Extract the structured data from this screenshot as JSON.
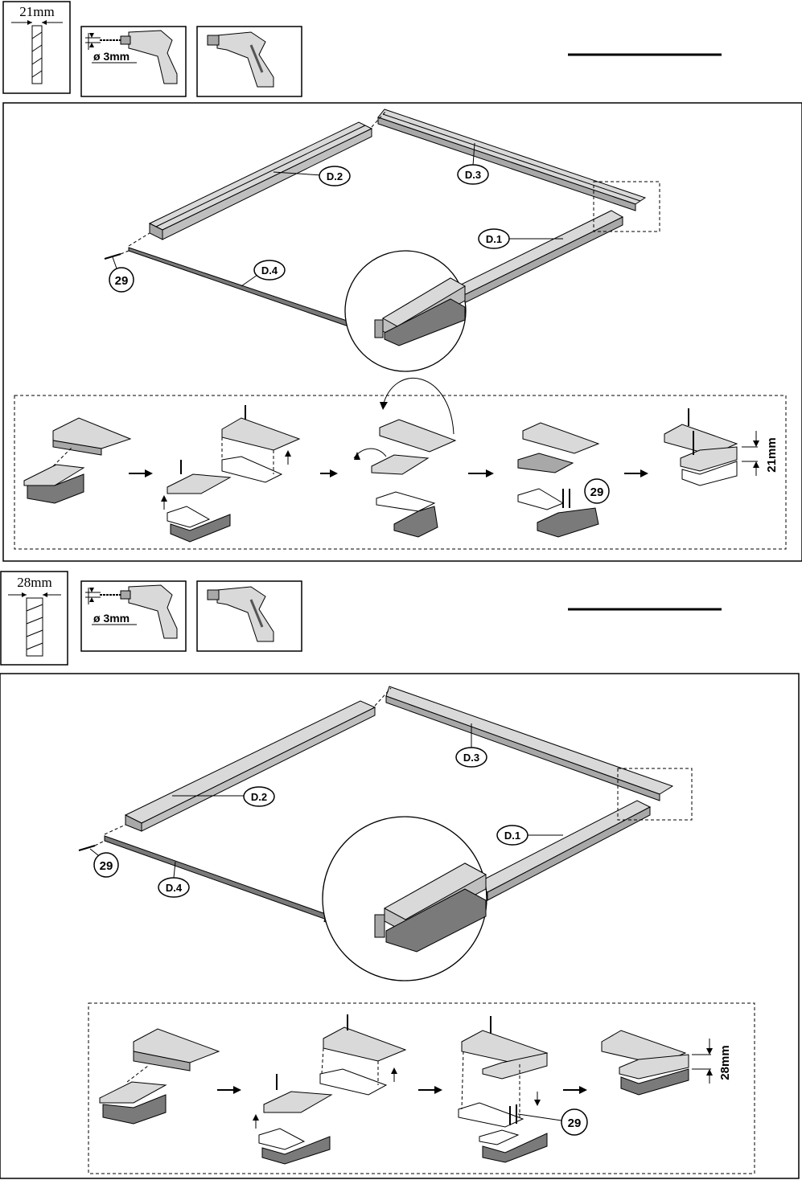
{
  "section1": {
    "panel_thickness": "21mm",
    "drill_size": "ø 3mm",
    "profile_labels": [
      "D.1",
      "D.2",
      "D.3",
      "D.4"
    ],
    "screw_label": "29",
    "step_screw_label": "29",
    "dimension_label": "21mm"
  },
  "section2": {
    "panel_thickness": "28mm",
    "drill_size": "ø 3mm",
    "profile_labels": [
      "D.1",
      "D.2",
      "D.3",
      "D.4"
    ],
    "screw_label": "29",
    "step_screw_label": "29",
    "dimension_label": "28mm"
  },
  "colors": {
    "line": "#000000",
    "light_gray": "#d9d9d9",
    "mid_gray": "#a8a8a8",
    "dark_gray": "#7a7a7a"
  }
}
